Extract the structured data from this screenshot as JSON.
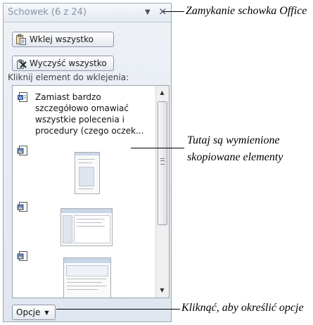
{
  "pane": {
    "title": "Schowek (6 z 24)",
    "menu_arrow": "▼",
    "close_glyph": "×"
  },
  "buttons": {
    "paste_all": "Wklej wszystko",
    "clear_all": "Wyczyść wszystko",
    "options": "Opcje",
    "options_arrow": "▼"
  },
  "instructions": "Kliknij element do wklejenia:",
  "items": [
    {
      "type": "text",
      "icon": "word-doc-icon",
      "text": "Zamiast bardzo szczegółowo omawiać wszystkie polecenia i procedury (czego oczek..."
    },
    {
      "type": "image",
      "icon": "image-icon"
    },
    {
      "type": "image",
      "icon": "image-icon"
    },
    {
      "type": "image",
      "icon": "image-icon"
    }
  ],
  "scrollbar": {
    "up": "▲",
    "down": "▼"
  },
  "callouts": {
    "close": "Zamykanie schowka Office",
    "items_line1": "Tutaj są wymienione",
    "items_line2": "skopiowane elementy",
    "options": "Kliknąć, aby określić opcje"
  },
  "colors": {
    "pane_border": "#9aa7b8",
    "pane_bg": "#e3e9f1",
    "title_text": "#8a94a4"
  }
}
